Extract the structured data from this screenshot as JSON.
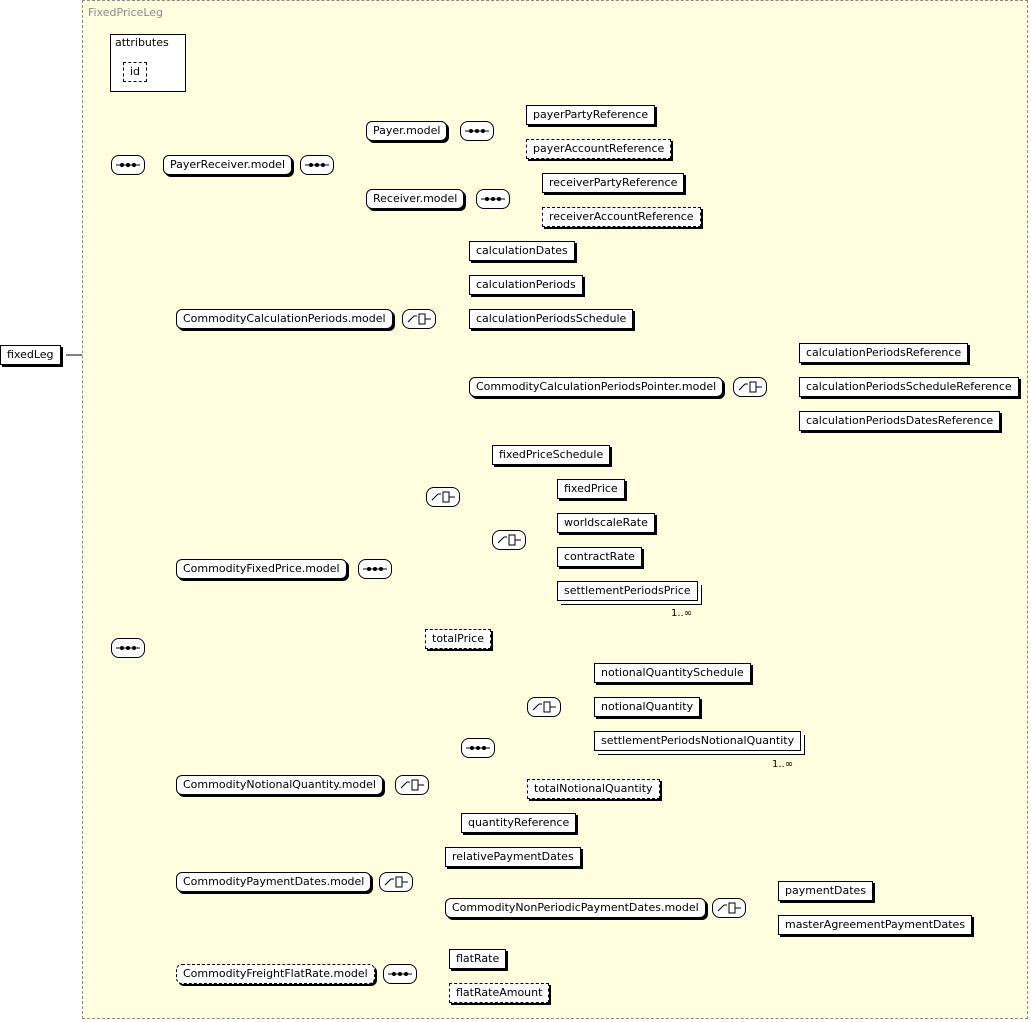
{
  "group_title": "FixedPriceLeg",
  "root": "fixedLeg",
  "attributes": {
    "title": "attributes",
    "items": [
      "id"
    ]
  },
  "nodes": {
    "payer_receiver_model": "PayerReceiver.model",
    "payer_model": "Payer.model",
    "payer_party_reference": "payerPartyReference",
    "payer_account_reference": "payerAccountReference",
    "receiver_model": "Receiver.model",
    "receiver_party_reference": "receiverPartyReference",
    "receiver_account_reference": "receiverAccountReference",
    "commodity_calculation_periods_model": "CommodityCalculationPeriods.model",
    "calculation_dates": "calculationDates",
    "calculation_periods": "calculationPeriods",
    "calculation_periods_schedule": "calculationPeriodsSchedule",
    "commodity_calculation_periods_pointer_model": "CommodityCalculationPeriodsPointer.model",
    "calculation_periods_reference": "calculationPeriodsReference",
    "calculation_periods_schedule_reference": "calculationPeriodsScheduleReference",
    "calculation_periods_dates_reference": "calculationPeriodsDatesReference",
    "commodity_fixed_price_model": "CommodityFixedPrice.model",
    "fixed_price_schedule": "fixedPriceSchedule",
    "fixed_price": "fixedPrice",
    "worldscale_rate": "worldscaleRate",
    "contract_rate": "contractRate",
    "settlement_periods_price": "settlementPeriodsPrice",
    "settlement_periods_price_mult": "1..∞",
    "total_price": "totalPrice",
    "commodity_notional_quantity_model": "CommodityNotionalQuantity.model",
    "notional_quantity_schedule": "notionalQuantitySchedule",
    "notional_quantity": "notionalQuantity",
    "settlement_periods_notional_quantity": "settlementPeriodsNotionalQuantity",
    "settlement_periods_notional_quantity_mult": "1..∞",
    "total_notional_quantity": "totalNotionalQuantity",
    "quantity_reference": "quantityReference",
    "commodity_payment_dates_model": "CommodityPaymentDates.model",
    "relative_payment_dates": "relativePaymentDates",
    "commodity_non_periodic_payment_dates_model": "CommodityNonPeriodicPaymentDates.model",
    "payment_dates": "paymentDates",
    "master_agreement_payment_dates": "masterAgreementPaymentDates",
    "commodity_freight_flat_rate_model": "CommodityFreightFlatRate.model",
    "flat_rate": "flatRate",
    "flat_rate_amount": "flatRateAmount"
  }
}
